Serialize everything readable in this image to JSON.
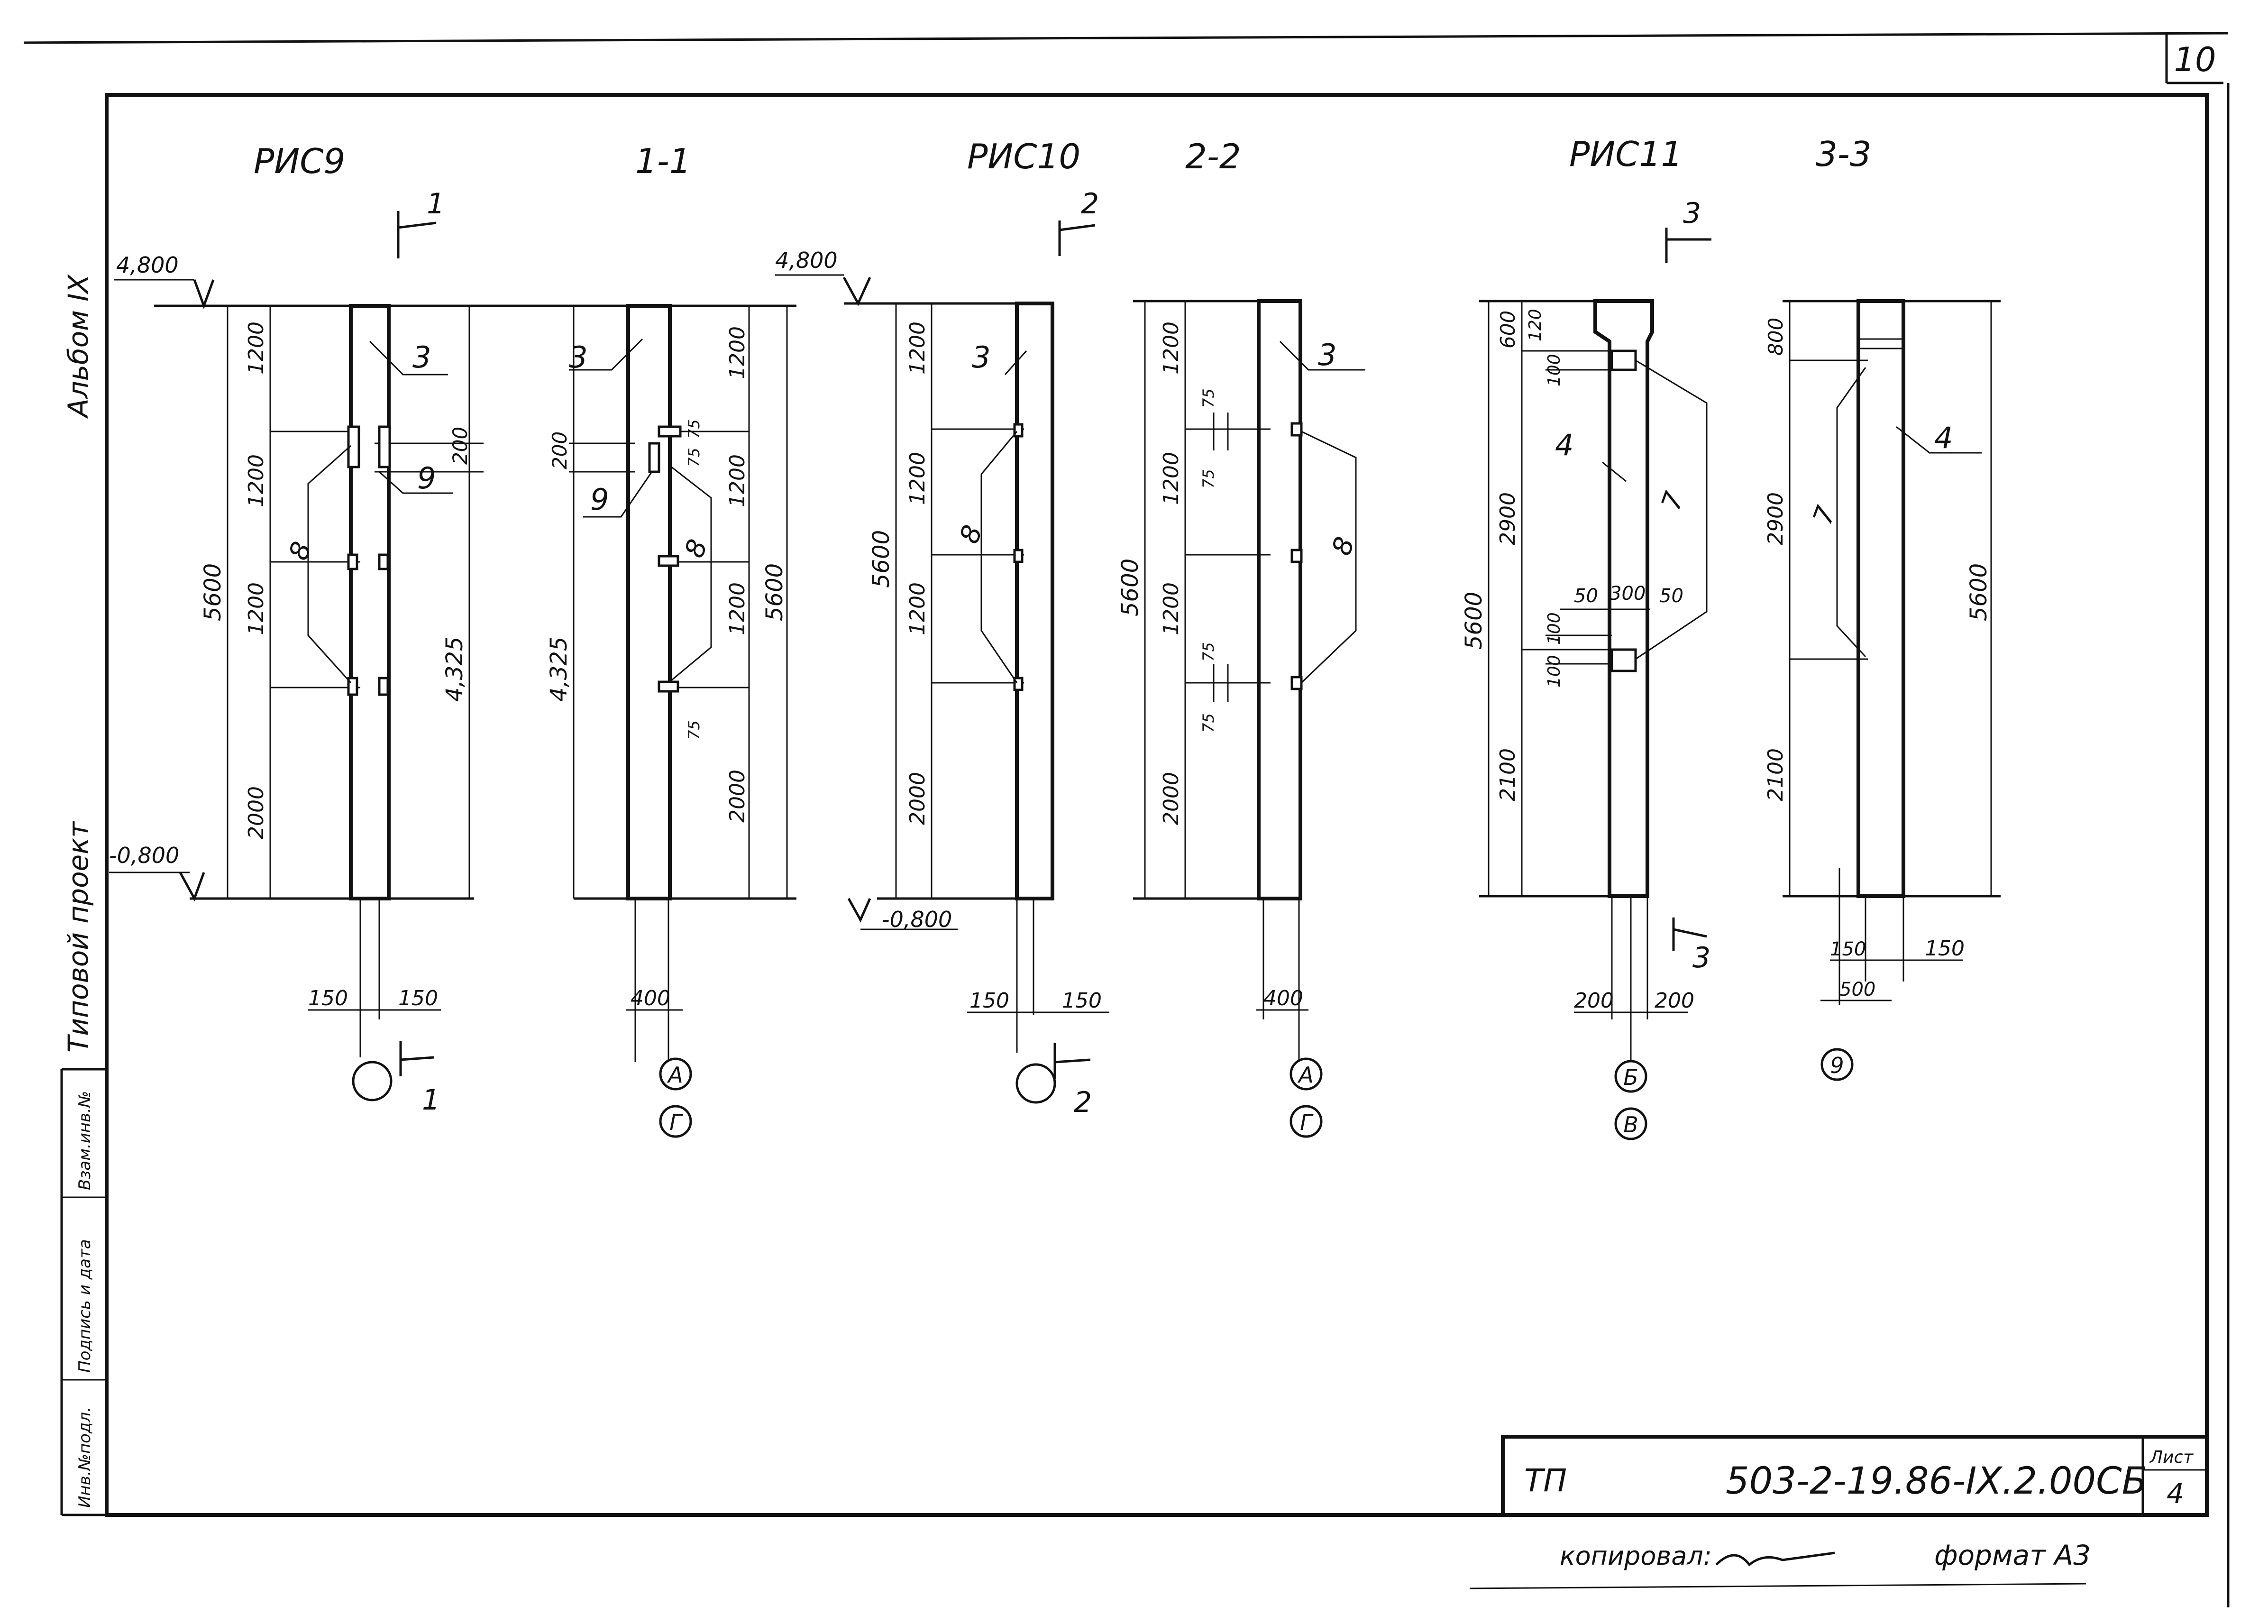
{
  "sheet": {
    "page_number": "10",
    "side_labels": [
      "Альбом IX",
      "Типовой проект"
    ],
    "binding_cells": [
      "Инв.№подл.",
      "Подпись и дата",
      "Взам.инв.№"
    ]
  },
  "views": [
    {
      "mark": "РИС9",
      "section": "1-1"
    },
    {
      "mark": "РИС10",
      "section": "2-2"
    },
    {
      "mark": "РИС11",
      "section": "3-3"
    }
  ],
  "section_marks": [
    "1",
    "2",
    "3"
  ],
  "levels": {
    "top_1": "4,800",
    "bottom_1": "-0,800",
    "top_2": "4,800",
    "bottom_2": "-0,800"
  },
  "dims": {
    "v1200": "1200",
    "v2000": "2000",
    "v5600": "5600",
    "v4325": "4,325",
    "v200": "200",
    "v75": "75",
    "v600": "600",
    "v120": "120",
    "v100": "100",
    "v2900": "2900",
    "v2100": "2100",
    "v800": "800",
    "h150": "150",
    "h400": "400",
    "h200": "200",
    "h50": "50",
    "h300": "300",
    "h500": "500"
  },
  "callouts": [
    "3",
    "4",
    "7",
    "8",
    "9"
  ],
  "axes": [
    "А",
    "Г",
    "Б",
    "В",
    "9"
  ],
  "title_block": {
    "code_left": "ТП",
    "code_main": "503-2-19.86-IX.2.00СБ",
    "sheet_label": "Лист",
    "sheet_no": "4"
  },
  "footer": {
    "copied": "копировал:",
    "format": "формат А3"
  }
}
